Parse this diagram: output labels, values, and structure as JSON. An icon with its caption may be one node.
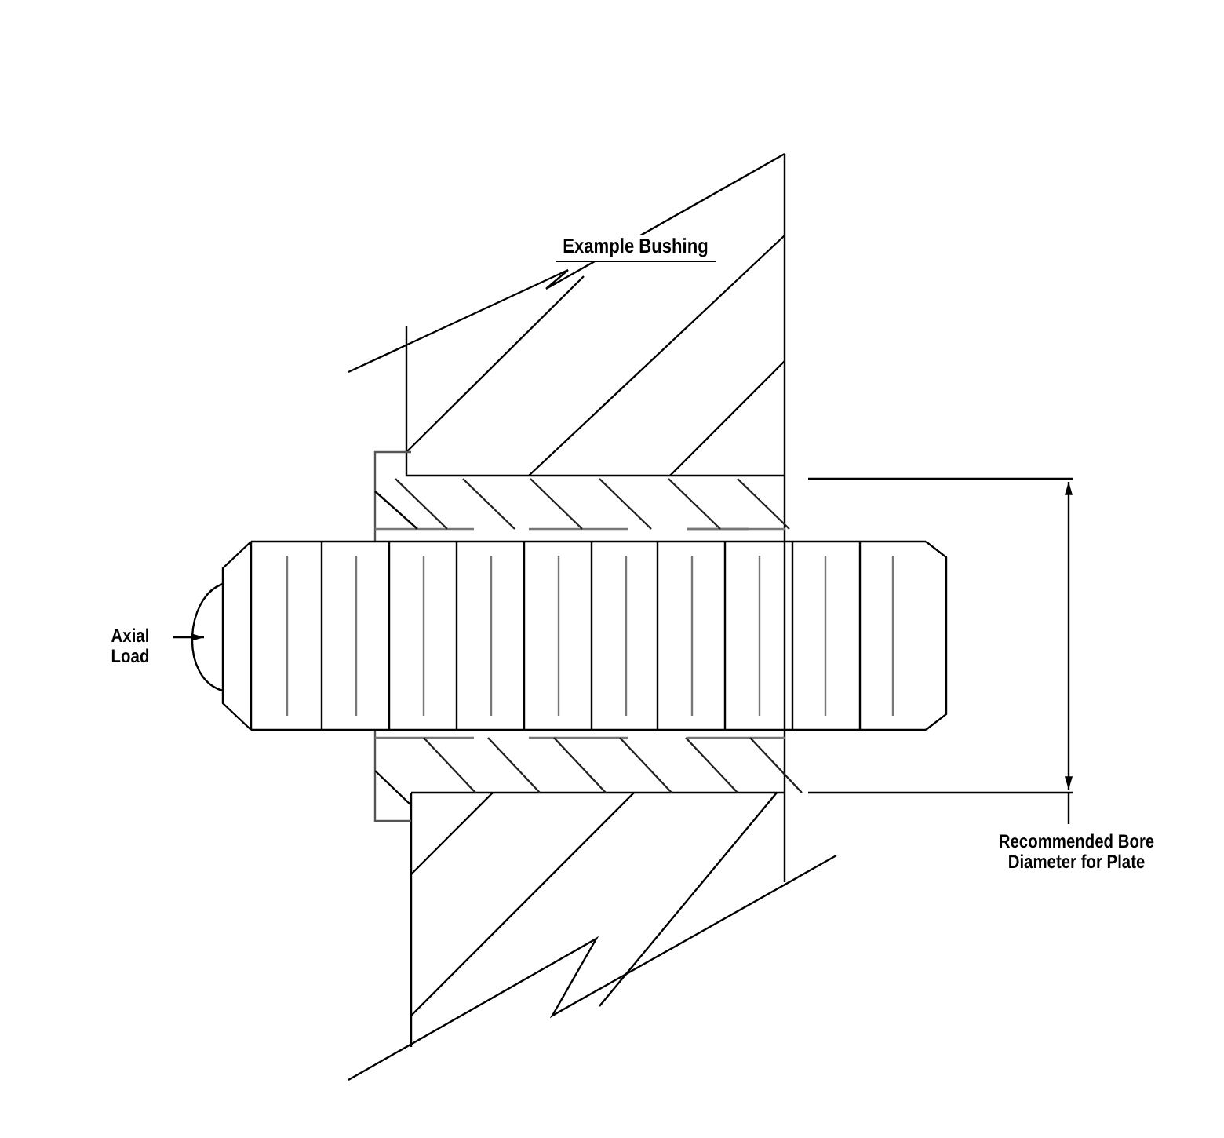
{
  "diagram": {
    "title": "Example Bushing",
    "labels": [
      "Axial Load",
      "Recommended Bore Diameter for Plate"
    ]
  }
}
